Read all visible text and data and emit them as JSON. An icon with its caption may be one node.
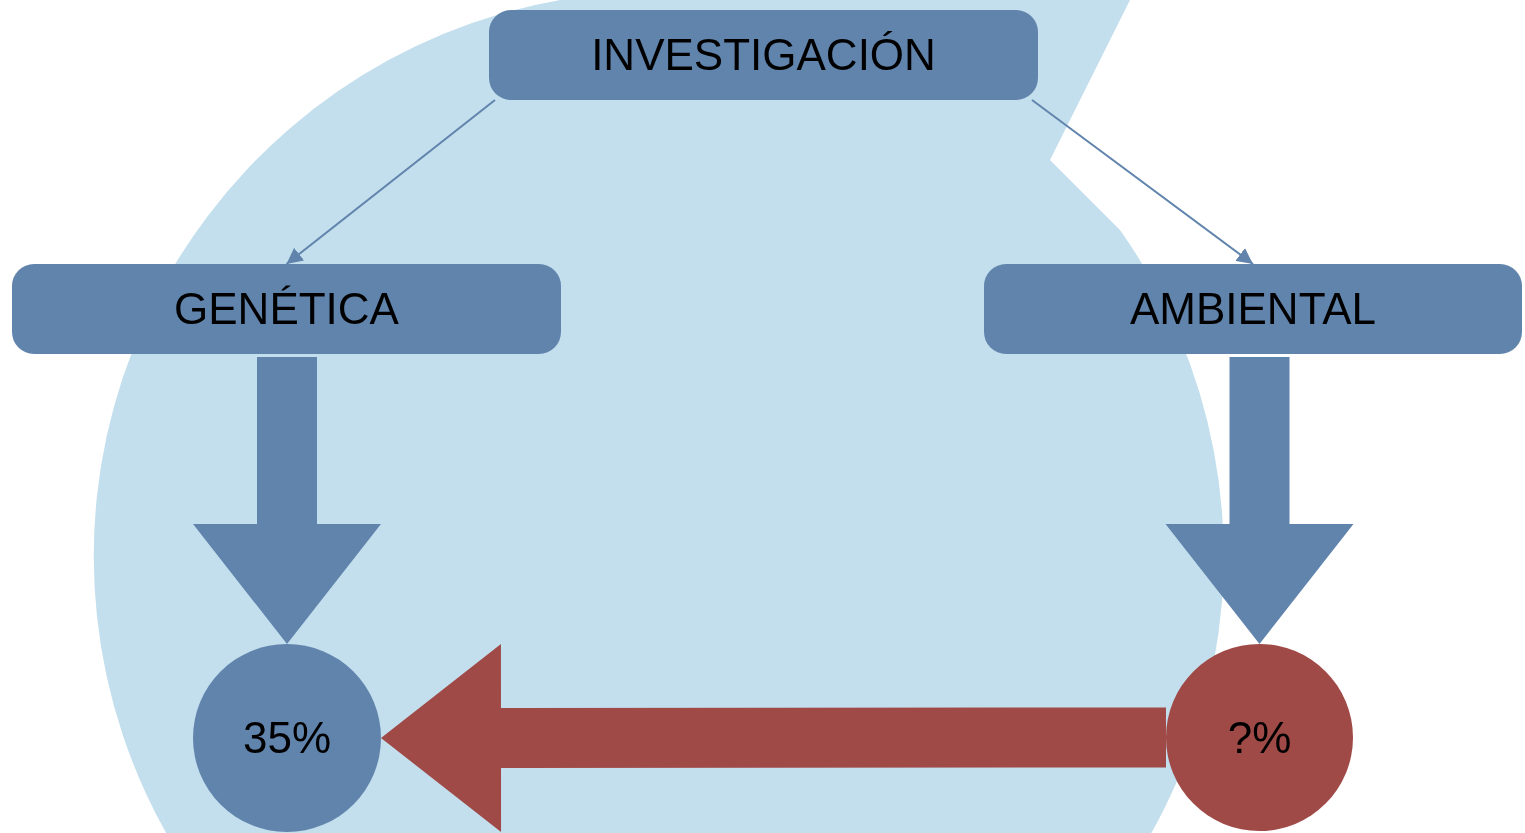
{
  "diagram": {
    "nodes": [
      {
        "text": [
          "INVESTIGACIÓN"
        ]
      },
      {
        "text": [
          "GENÉTICA"
        ]
      },
      {
        "text": [
          "AMBIENTAL"
        ]
      },
      {
        "text": [
          "35%"
        ]
      },
      {
        "text": [
          "?%"
        ]
      }
    ],
    "edges": [
      {
        "from": 0,
        "to": 1,
        "arrow": "to"
      },
      {
        "from": 0,
        "to": 2,
        "arrow": "to"
      },
      {
        "from": 1,
        "to": 3,
        "arrow": "to",
        "style": "thick"
      },
      {
        "from": 2,
        "to": 4,
        "arrow": "to",
        "style": "thick"
      },
      {
        "from": 4,
        "to": 3,
        "arrow": "to",
        "style": "thick",
        "color": "#a04a48"
      }
    ]
  }
}
